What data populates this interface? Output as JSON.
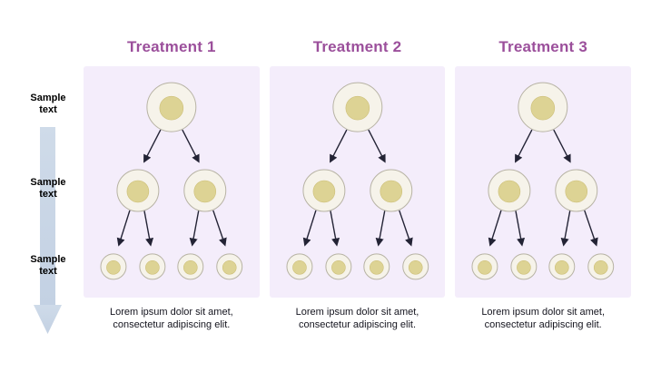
{
  "columns": [
    {
      "title": "Treatment 1",
      "caption_line1": "Lorem ipsum dolor sit amet,",
      "caption_line2": "consectetur adipiscing elit."
    },
    {
      "title": "Treatment 2",
      "caption_line1": "Lorem ipsum dolor sit amet,",
      "caption_line2": "consectetur adipiscing elit."
    },
    {
      "title": "Treatment 3",
      "caption_line1": "Lorem ipsum dolor sit amet,",
      "caption_line2": "consectetur adipiscing elit."
    }
  ],
  "side_labels": [
    {
      "line1": "Sample",
      "line2": "text"
    },
    {
      "line1": "Sample",
      "line2": "text"
    },
    {
      "line1": "Sample",
      "line2": "text"
    }
  ],
  "colors": {
    "title": "#9b4f9b",
    "panel_bg": "#f4edfb",
    "cell_body": "#f6f3ea",
    "cell_stroke": "#b7b3a4",
    "nucleus": "#ddd394",
    "nucleus_stroke": "#cdbf78",
    "arrow": "#232335",
    "timeline": "#c3d1e3",
    "timeline_light": "#cfdbe9"
  }
}
